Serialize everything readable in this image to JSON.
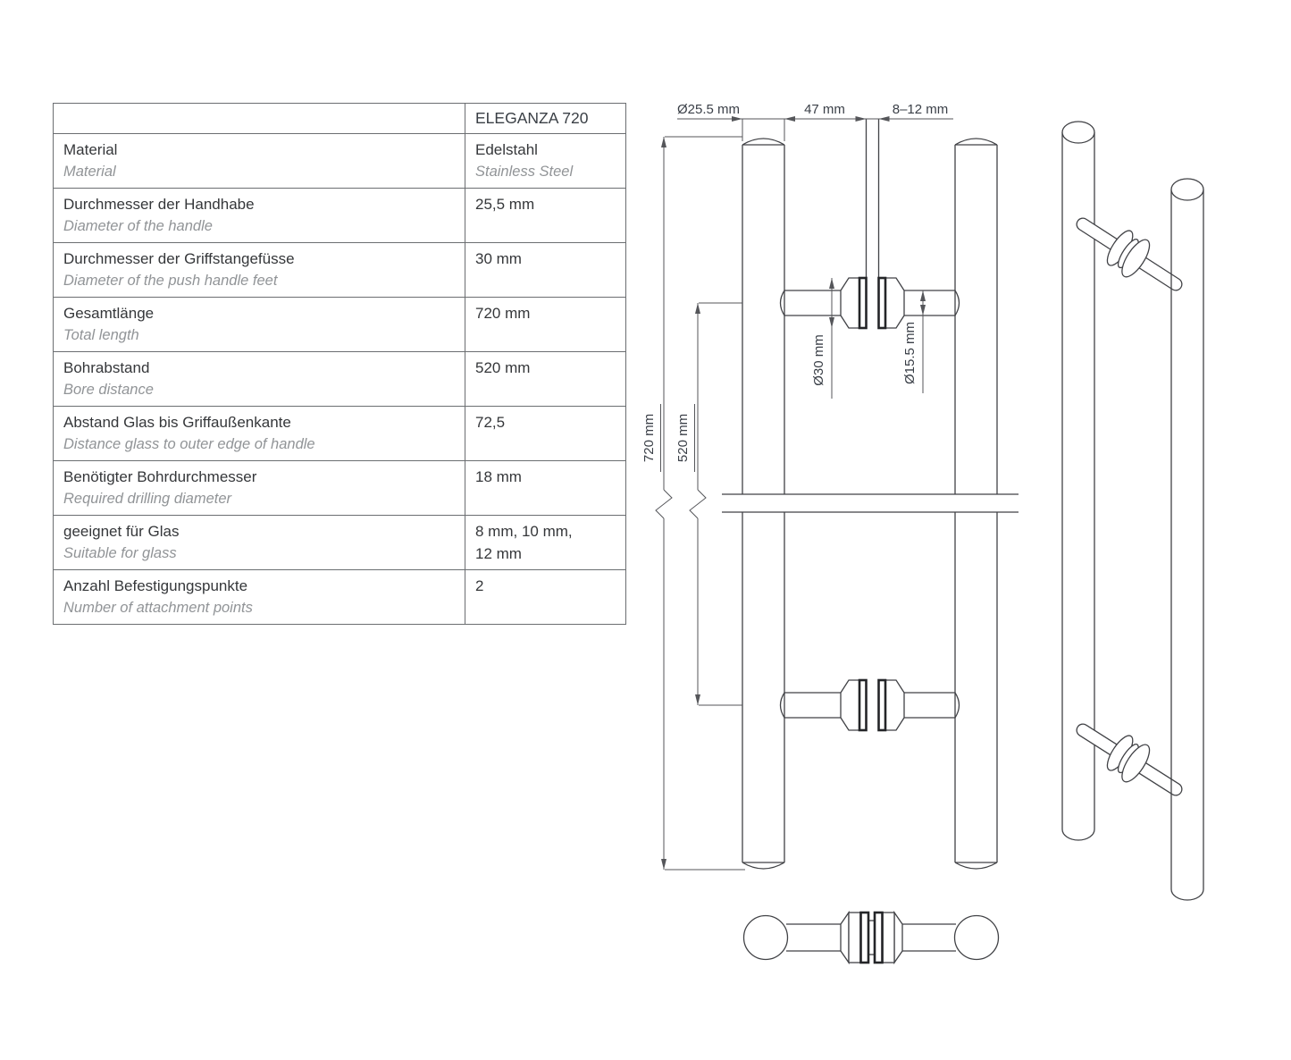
{
  "table": {
    "header": {
      "product": "ELEGANZA 720"
    },
    "rows": [
      {
        "de": "Material",
        "en": "Material",
        "value": "Edelstahl",
        "value_en": "Stainless Steel"
      },
      {
        "de": "Durchmesser der Handhabe",
        "en": "Diameter of the handle",
        "value": "25,5 mm"
      },
      {
        "de": "Durchmesser der Griffstangefüsse",
        "en": "Diameter of the push handle feet",
        "value": "30 mm"
      },
      {
        "de": "Gesamtlänge",
        "en": "Total length",
        "value": "720 mm"
      },
      {
        "de": "Bohrabstand",
        "en": "Bore distance",
        "value": "520 mm"
      },
      {
        "de": "Abstand Glas bis Griffaußenkante",
        "en": "Distance glass to outer edge of handle",
        "value": "72,5"
      },
      {
        "de": "Benötigter Bohrdurchmesser",
        "en": "Required drilling diameter",
        "value": "18 mm"
      },
      {
        "de": "geeignet für Glas",
        "en": "Suitable for glass",
        "value": "8 mm, 10 mm,",
        "value2": "12 mm"
      },
      {
        "de": "Anzahl Befestigungspunkte",
        "en": "Number of attachment points",
        "value": "2"
      }
    ]
  },
  "drawing": {
    "dims": {
      "handle_diameter": "Ø25.5 mm",
      "glass_to_handle": "47 mm",
      "glass_thickness": "8–12 mm",
      "total_length": "720 mm",
      "bore_distance": "520 mm",
      "foot_diameter": "Ø30 mm",
      "neck_diameter": "Ø15.5 mm"
    }
  }
}
